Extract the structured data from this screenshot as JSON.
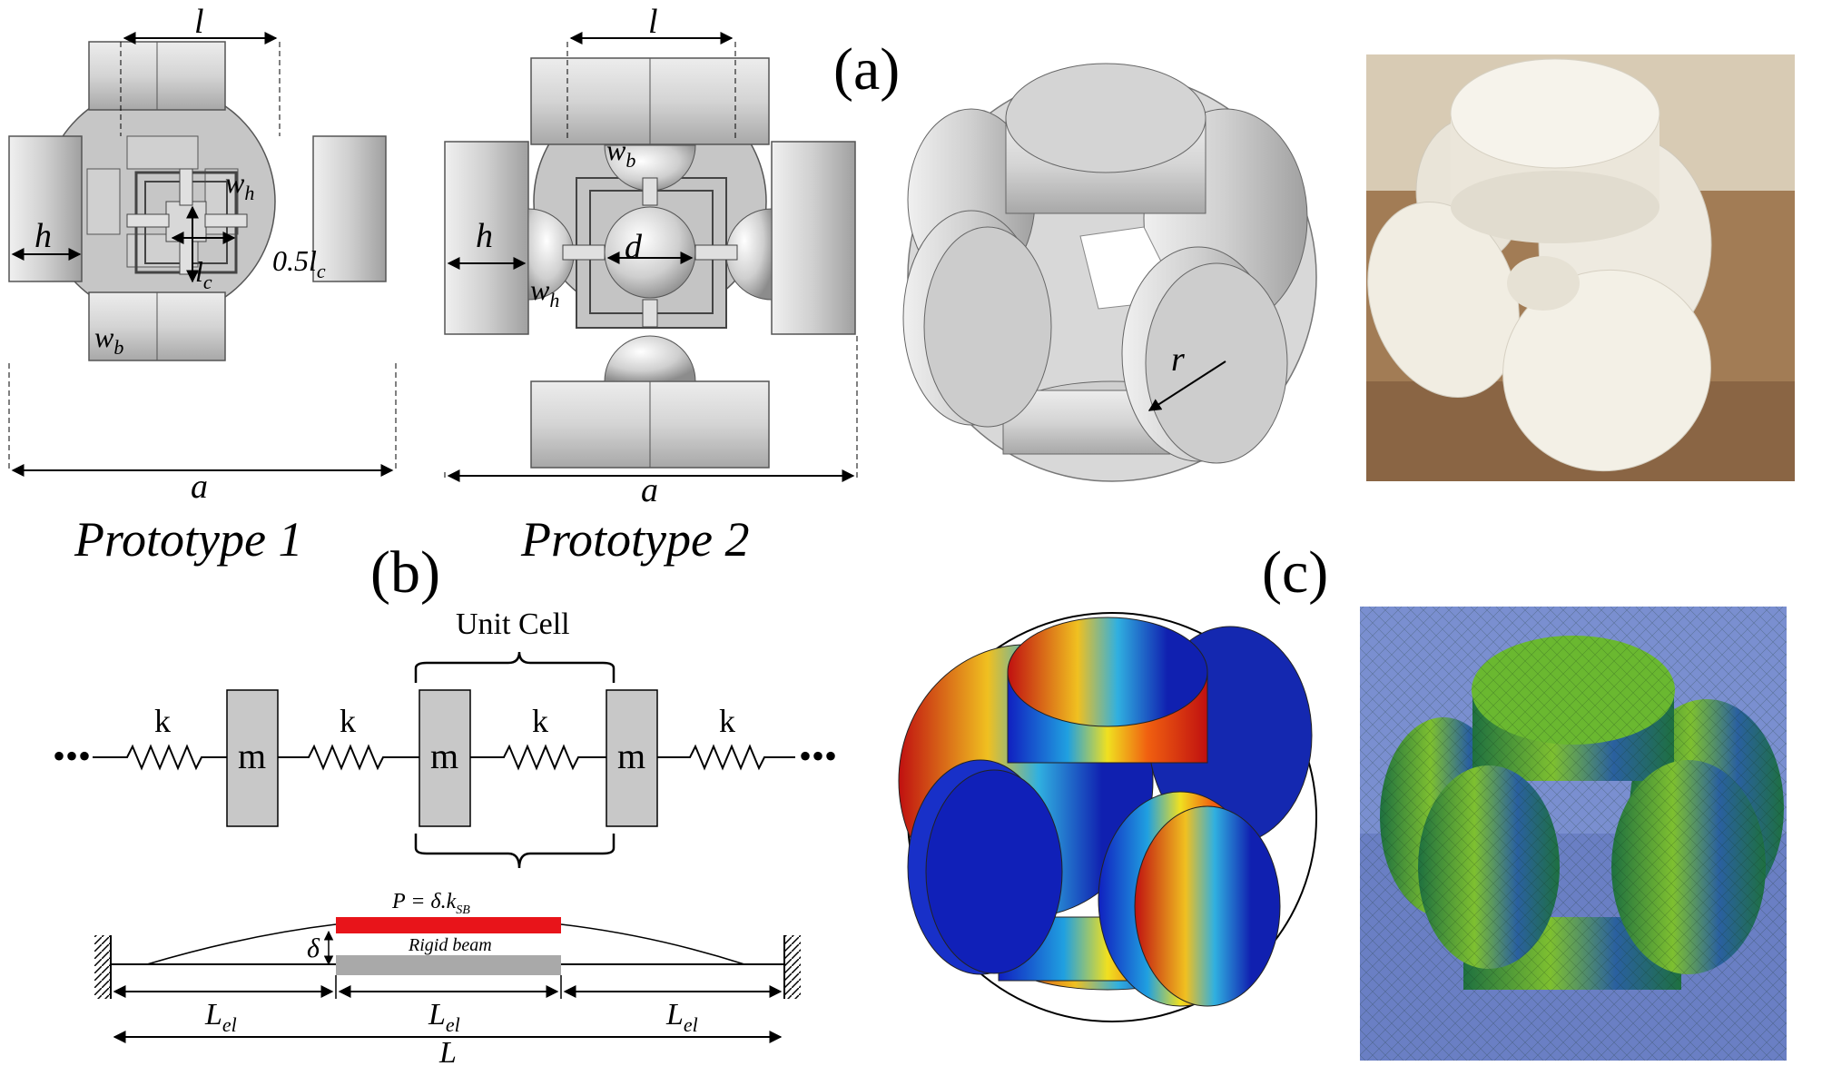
{
  "panels": {
    "a": "(a)",
    "b": "(b)",
    "c": "(c)"
  },
  "prototype1": {
    "label": "Prototype 1",
    "dims": {
      "l": "l",
      "h": "h",
      "lc": "l",
      "lc_sub": "c",
      "half_lc": "0.5l",
      "half_lc_sub": "c",
      "wh": "w",
      "wh_sub": "h",
      "wb": "w",
      "wb_sub": "b",
      "a": "a"
    }
  },
  "prototype2": {
    "label": "Prototype 2",
    "dims": {
      "l": "l",
      "h": "h",
      "d": "d",
      "wh": "w",
      "wh_sub": "h",
      "wb": "w",
      "wb_sub": "b",
      "a": "a"
    }
  },
  "iso_model": {
    "r": "r"
  },
  "spring_chain": {
    "unit_cell": "Unit Cell",
    "spring": "k",
    "mass": "m",
    "ellipsis": "•••"
  },
  "beam": {
    "force": "P = δ.k",
    "force_sub": "SB",
    "rigid": "Rigid beam",
    "delta": "δ",
    "lel": "L",
    "lel_sub": "el",
    "total": "L"
  },
  "colors": {
    "grey_face": "#c8c8c8",
    "grey_dark": "#9a9a9a",
    "red_beam": "#e8141a",
    "photo_bg": "#9c7a55",
    "sim_bg": "#5b6fb0"
  }
}
